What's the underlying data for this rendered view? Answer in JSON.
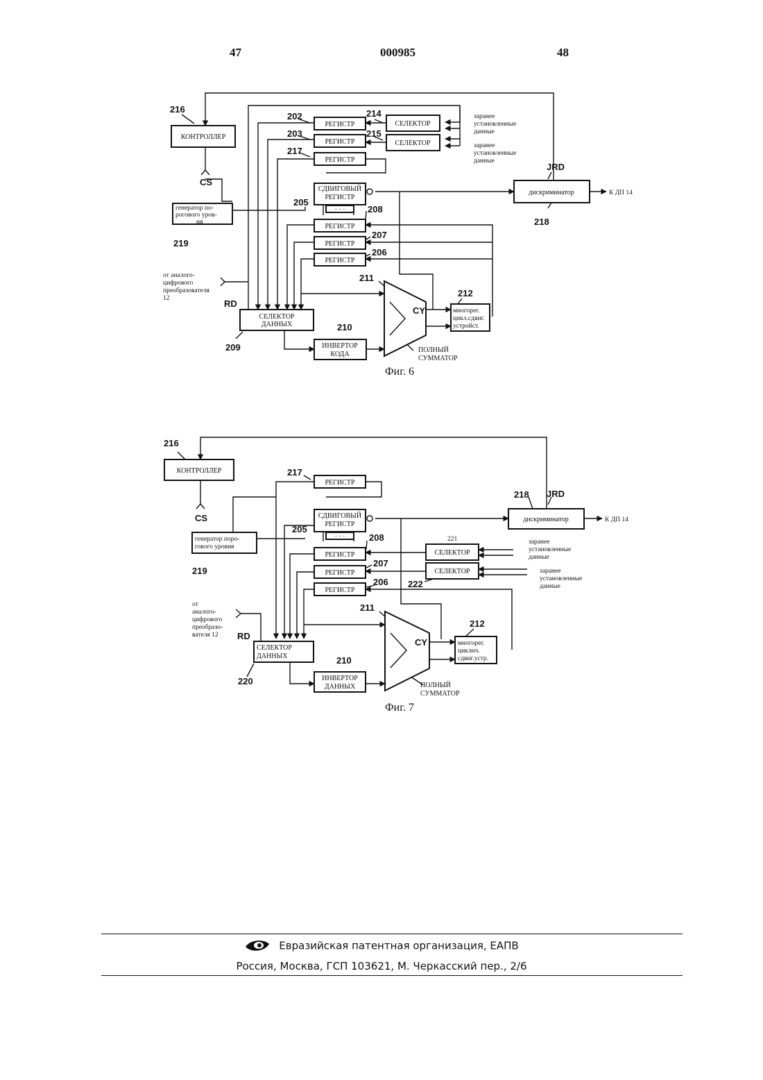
{
  "header": {
    "left_page": "47",
    "doc_number": "000985",
    "right_page": "48"
  },
  "fig6": {
    "caption": "Фиг. 6",
    "ref": {
      "controller": "216",
      "reg202": "202",
      "reg203": "203",
      "reg217": "217",
      "sel214": "214",
      "sel215": "215",
      "shift": "205",
      "gen": "219",
      "reg208": "208",
      "reg207": "207",
      "reg206": "206",
      "adder": "211",
      "cyc": "212",
      "disc": "218",
      "inv": "210",
      "dsel": "209"
    },
    "labels": {
      "controller": "КОНТРОЛЛЕР",
      "register": "РЕГИСТР",
      "selector": "СЕЛЕКТОР",
      "shift_l1": "СДВИГОВЫЙ",
      "shift_l2": "РЕГИСТР",
      "gen_l1": "генератор по-",
      "gen_l2": "рогового уров-",
      "gen_l3": "ня",
      "disc": "дискриминатор",
      "to_dp": "К ДП 14",
      "cs": "CS",
      "jrd": "JRD",
      "rd": "RD",
      "cy": "CY",
      "from_adc_l1": "от аналого-",
      "from_adc_l2": "цифрового",
      "from_adc_l3": "преобразователя",
      "from_adc_l4": "12",
      "dsel_l1": "СЕЛЕКТОР",
      "dsel_l2": "ДАННЫХ",
      "inv_l1": "ИНВЕРТОР",
      "inv_l2": "КОДА",
      "cyc_l1": "многорег.",
      "cyc_l2": "цикл.сдвиг.",
      "cyc_l3": "устройст.",
      "adder_l1": "ПОЛНЫЙ",
      "adder_l2": "СУММАТОР",
      "preset1_l1": "заранее",
      "preset1_l2": "установленные",
      "preset1_l3": "данные",
      "preset2_l1": "заранее",
      "preset2_l2": "установленные",
      "preset2_l3": "данные"
    }
  },
  "fig7": {
    "caption": "Фиг. 7",
    "ref": {
      "controller": "216",
      "reg217": "217",
      "disc": "218",
      "shift": "205",
      "gen": "219",
      "reg208": "208",
      "reg207": "207",
      "reg206": "206",
      "sel221": "221",
      "sel222": "222",
      "adder": "211",
      "cyc": "212",
      "inv": "210",
      "dsel": "220"
    },
    "labels": {
      "controller": "КОНТРОЛЛЕР",
      "register": "РЕГИСТР",
      "selector": "СЕЛЕКТОР",
      "shift_l1": "СДВИГОВЫЙ",
      "shift_l2": "РЕГИСТР",
      "gen_l1": "генератор поро-",
      "gen_l2": "гового уровня",
      "disc": "дискриминатор",
      "to_dp": "К ДП 14",
      "cs": "CS",
      "jrd": "JRD",
      "rd": "RD",
      "cy": "CY",
      "from_adc_l1": "от",
      "from_adc_l2": "аналого-",
      "from_adc_l3": "цифрового",
      "from_adc_l4": "преобразо-",
      "from_adc_l5": "вателя 12",
      "dsel_l1": "СЕЛЕКТОР",
      "dsel_l2": "ДАННЫХ",
      "inv_l1": "ИНВЕРТОР",
      "inv_l2": "ДАННЫХ",
      "cyc_l1": "многорег.",
      "cyc_l2": "циклич.",
      "cyc_l3": "сдвиг.устр.",
      "adder_l1": "ПОЛНЫЙ",
      "adder_l2": "СУММАТОР",
      "preset1_l1": "заранее",
      "preset1_l2": "установленные",
      "preset1_l3": "данные",
      "preset2_l1": "заранее",
      "preset2_l2": "установленные",
      "preset2_l3": "данные"
    }
  },
  "footer": {
    "org": "Евразийская патентная организация, ЕАПВ",
    "address": "Россия, Москва, ГСП 103621, М. Черкасский пер., 2/6"
  }
}
